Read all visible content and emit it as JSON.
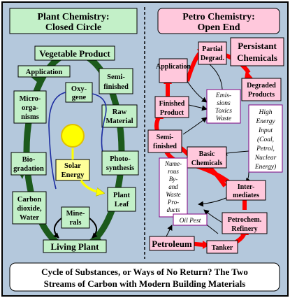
{
  "colors": {
    "background": "#ffffff",
    "panel": "#b4c8dc",
    "plant_box": "#c3f0c8",
    "petro_box": "#ffc8dc",
    "purple_box": "#ffffff",
    "green_arrow": "#1c5a1c",
    "red_arrow": "#ff0000",
    "blue_arrow": "#1c2ca0",
    "sun": "#ffff00",
    "solar_box": "#ffff99",
    "yellow_arrow": "#ffff00"
  },
  "plant": {
    "title_line1": "Plant Chemistry:",
    "title_line2": "Closed Circle",
    "vegetable_product": "Vegetable Product",
    "application": "Application",
    "semi_finished_line1": "Semi-",
    "semi_finished_line2": "finished",
    "oxygene_line1": "Oxy-",
    "oxygene_line2": "gene",
    "micro_line1": "Micro-",
    "micro_line2": "orga-",
    "micro_line3": "nisms",
    "raw_line1": "Raw",
    "raw_line2": "Material",
    "solar_line1": "Solar",
    "solar_line2": "Energy",
    "photo_line1": "Photo-",
    "photo_line2": "synthesis",
    "bio_line1": "Bio-",
    "bio_line2": "gradation",
    "plant_leaf_line1": "Plant",
    "plant_leaf_line2": "Leaf",
    "carbon_line1": "Carbon",
    "carbon_line2": "dioxide,",
    "carbon_line3": "Water",
    "minerals_line1": "Mine-",
    "minerals_line2": "rals",
    "living_plant": "Living Plant"
  },
  "petro": {
    "title_line1": "Petro Chemistry:",
    "title_line2": "Open End",
    "partial_line1": "Partial",
    "partial_line2": "Degrad.",
    "persistant_line1": "Persistant",
    "persistant_line2": "Chemicals",
    "application": "Application",
    "degraded_line1": "Degraded",
    "degraded_line2": "Products",
    "emissions_line1": "Emis-",
    "emissions_line2": "sions",
    "emissions_line3": "Toxics",
    "emissions_line4": "Waste",
    "finished_line1": "Finished",
    "finished_line2": "Product",
    "high_energy_line1": "High",
    "high_energy_line2": "Energy",
    "high_energy_line3": "Input",
    "high_energy_line4": "(Coal,",
    "high_energy_line5": "Petrol,",
    "high_energy_line6": "Nuclear",
    "high_energy_line7": "Energy)",
    "semi_line1": "Semi-",
    "semi_line2": "finished",
    "basic_line1": "Basic",
    "basic_line2": "Chemicals",
    "numerous_line1": "Nume-",
    "numerous_line2": "rous",
    "numerous_line3": "By-",
    "numerous_line4": "and",
    "numerous_line5": "Waste",
    "numerous_line6": "Pro-",
    "numerous_line7": "ducts",
    "inter_line1": "Inter-",
    "inter_line2": "mediates",
    "oil_pest": "Oil Pest",
    "refinery_line1": "Petrochem.",
    "refinery_line2": "Refinery",
    "petroleum": "Petroleum",
    "tanker": "Tanker"
  },
  "caption": {
    "line1": "Cycle of Substances, or Ways of No Return? The Two",
    "line2": "Streams of Carbon with Modern Building Materials"
  }
}
